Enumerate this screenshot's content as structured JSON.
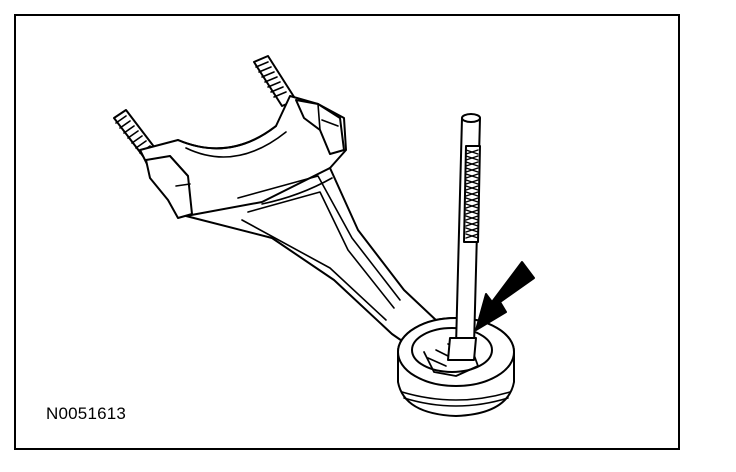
{
  "figure": {
    "id_label": "N0051613",
    "line_color": "#000000",
    "background_color": "#ffffff"
  },
  "illustration": {
    "subject": "connecting-rod",
    "tool": "driver-rod",
    "pointer": "arrow"
  }
}
